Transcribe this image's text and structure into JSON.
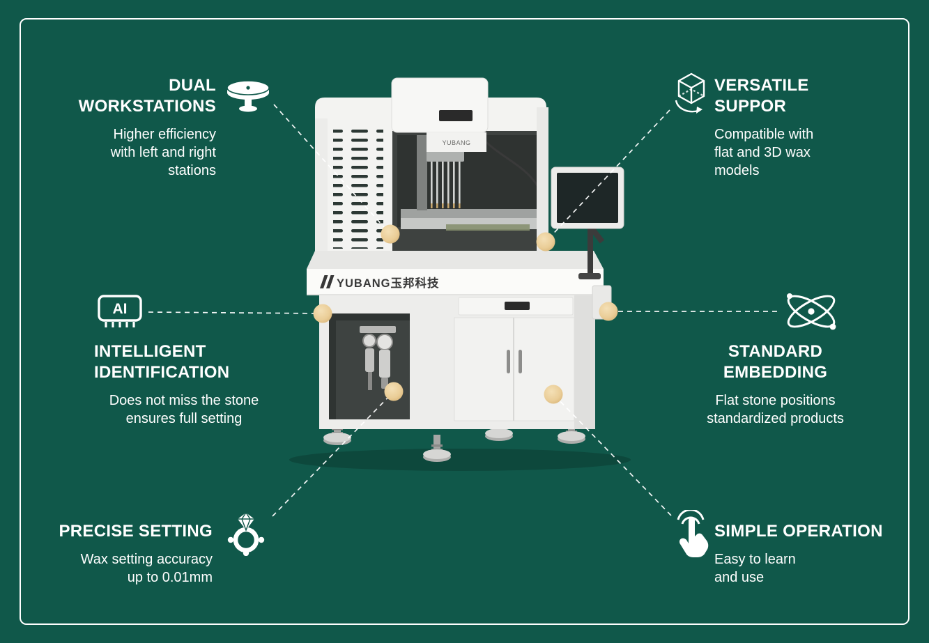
{
  "colors": {
    "background": "#10584A",
    "frame": "#FFFFFF",
    "text": "#FFFFFF",
    "callout_dot": "#EACD97",
    "callout_line": "#FFFFFF",
    "machine_body": "#F3F3F1",
    "machine_interior": "#2F3331"
  },
  "machine": {
    "logo_text": "YUBANG玉邦科技",
    "head_logo": "YUBANG"
  },
  "icons": {
    "ai_label": "AI"
  },
  "features": [
    {
      "id": "dual-workstations",
      "icon": "turntable-icon",
      "title_lines": [
        "DUAL",
        "WORKSTATIONS"
      ],
      "description_lines": [
        "Higher efficiency",
        "with left and right",
        "stations"
      ]
    },
    {
      "id": "versatile-support",
      "icon": "cube-3d-rotate-icon",
      "title_lines": [
        "VERSATILE",
        "SUPPOR"
      ],
      "description_lines": [
        "Compatible with",
        "flat and 3D wax",
        "models"
      ]
    },
    {
      "id": "intelligent-identification",
      "icon": "ai-chip-icon",
      "title_lines": [
        "INTELLIGENT",
        "IDENTIFICATION"
      ],
      "description_lines": [
        "Does not miss the stone",
        "ensures full setting"
      ]
    },
    {
      "id": "standard-embedding",
      "icon": "atom-orbit-icon",
      "title_lines": [
        "STANDARD",
        "EMBEDDING"
      ],
      "description_lines": [
        "Flat stone positions",
        "standardized products"
      ]
    },
    {
      "id": "precise-setting",
      "icon": "diamond-ring-icon",
      "title_lines": [
        "PRECISE SETTING"
      ],
      "description_lines": [
        "Wax setting accuracy",
        "up to 0.01mm"
      ]
    },
    {
      "id": "simple-operation",
      "icon": "touch-gesture-icon",
      "title_lines": [
        "SIMPLE OPERATION"
      ],
      "description_lines": [
        "Easy to learn",
        "and use"
      ]
    }
  ]
}
